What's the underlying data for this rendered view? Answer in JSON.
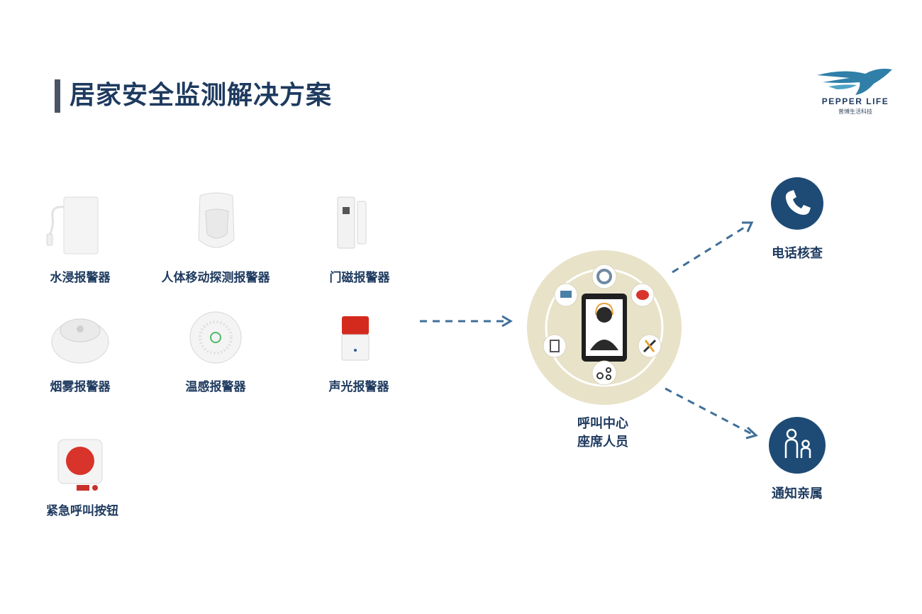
{
  "title": "居家安全监测解决方案",
  "logo": {
    "name": "PEPPER LIFE",
    "subtitle": "普博生活科技",
    "icon": "swallow-bird-logo",
    "color": "#2f7fa8"
  },
  "devices": [
    {
      "label": "水浸报警器",
      "icon": "water-leak-sensor-icon"
    },
    {
      "label": "人体移动探测报警器",
      "icon": "motion-detector-icon"
    },
    {
      "label": "门磁报警器",
      "icon": "door-magnet-sensor-icon"
    },
    {
      "label": "烟雾报警器",
      "icon": "smoke-detector-icon"
    },
    {
      "label": "温感报警器",
      "icon": "heat-detector-icon"
    },
    {
      "label": "声光报警器",
      "icon": "strobe-siren-icon"
    },
    {
      "label": "紧急呼叫按钮",
      "icon": "emergency-call-button-icon"
    }
  ],
  "hub": {
    "line1": "呼叫中心",
    "line2": "座席人员",
    "icon": "call-center-operator-icon"
  },
  "outputs": [
    {
      "label": "电话核查",
      "icon": "phone-icon"
    },
    {
      "label": "通知亲属",
      "icon": "family-icon"
    }
  ],
  "colors": {
    "title": "#1e3a5f",
    "accent": "#1e4b75",
    "hub_bg": "#e8e2c8",
    "arrow": "#3f6f9a"
  }
}
